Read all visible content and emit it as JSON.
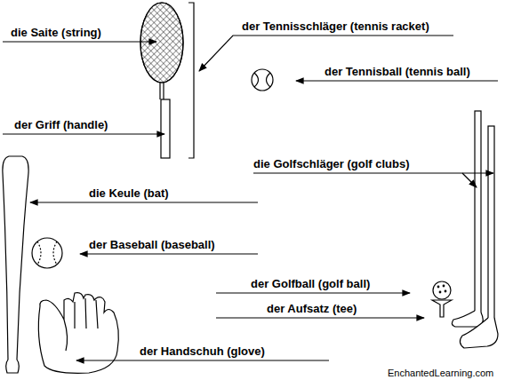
{
  "diagram": {
    "labels": [
      "die Saite (string)",
      "der Tennisschläger (tennis racket)",
      "der Tennisball (tennis ball)",
      "der Griff (handle)",
      "die Golfschläger (golf clubs)",
      "die Keule (bat)",
      "der Baseball (baseball)",
      "der Golfball (golf ball)",
      "der Aufsatz (tee)",
      "der Handschuh (glove)",
      "EnchantedLearning.com"
    ]
  }
}
